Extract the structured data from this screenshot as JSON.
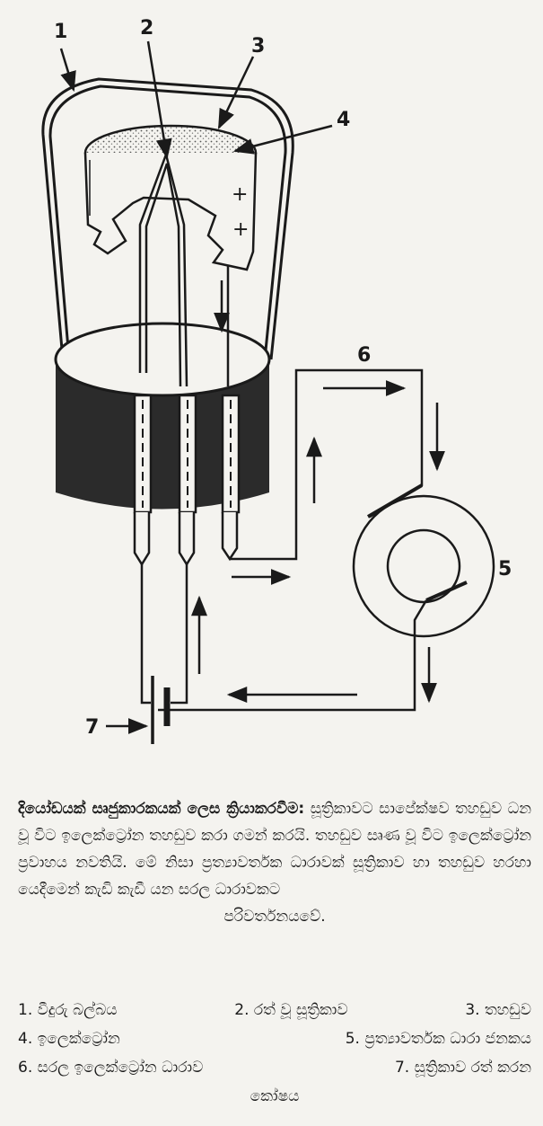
{
  "figure": {
    "labels": {
      "l1": "1",
      "l2": "2",
      "l3": "3",
      "l4": "4",
      "l5": "5",
      "l6": "6",
      "l7": "7"
    },
    "plus_sign": "+"
  },
  "caption": {
    "title": "දියෝඩයක් සෘජුකාරකයක් ලෙස ක්‍රියාකරවීම:",
    "body": "සූත්‍රිකාවට සාපේක්ෂව තහඩුව ධන වූ විට ඉලෙක්ට්‍රෝන තහඩුව කරා ගමන් කරයි. තහඩුව සෘණ වූ විට ඉලෙක්ට්‍රෝන ප්‍රවාහය නවතියි. මේ නිසා ප්‍රත්‍යාවර්තක ධාරාවක් සූත්‍රිකාව හා තහඩුව හරහා යෙදීමෙන් කැඩි කැඩී යන සරල ධාරාවකට",
    "tail": "පරිවර්තනයවේ."
  },
  "legend": {
    "row1": [
      "1. වීදුරු බල්බය",
      "2. රත් වූ සූත්‍රිකාව",
      "3. තහඩුව"
    ],
    "row2": [
      "4. ඉලෙක්ට්‍රෝන",
      "5. ප්‍රත්‍යාවර්තක ධාරා ජනකය"
    ],
    "row3": [
      "6. සරල ඉලෙක්ට්‍රෝන ධාරාව",
      "7. සූත්‍රිකාව රත් කරන"
    ],
    "tail": "කෝෂය"
  }
}
